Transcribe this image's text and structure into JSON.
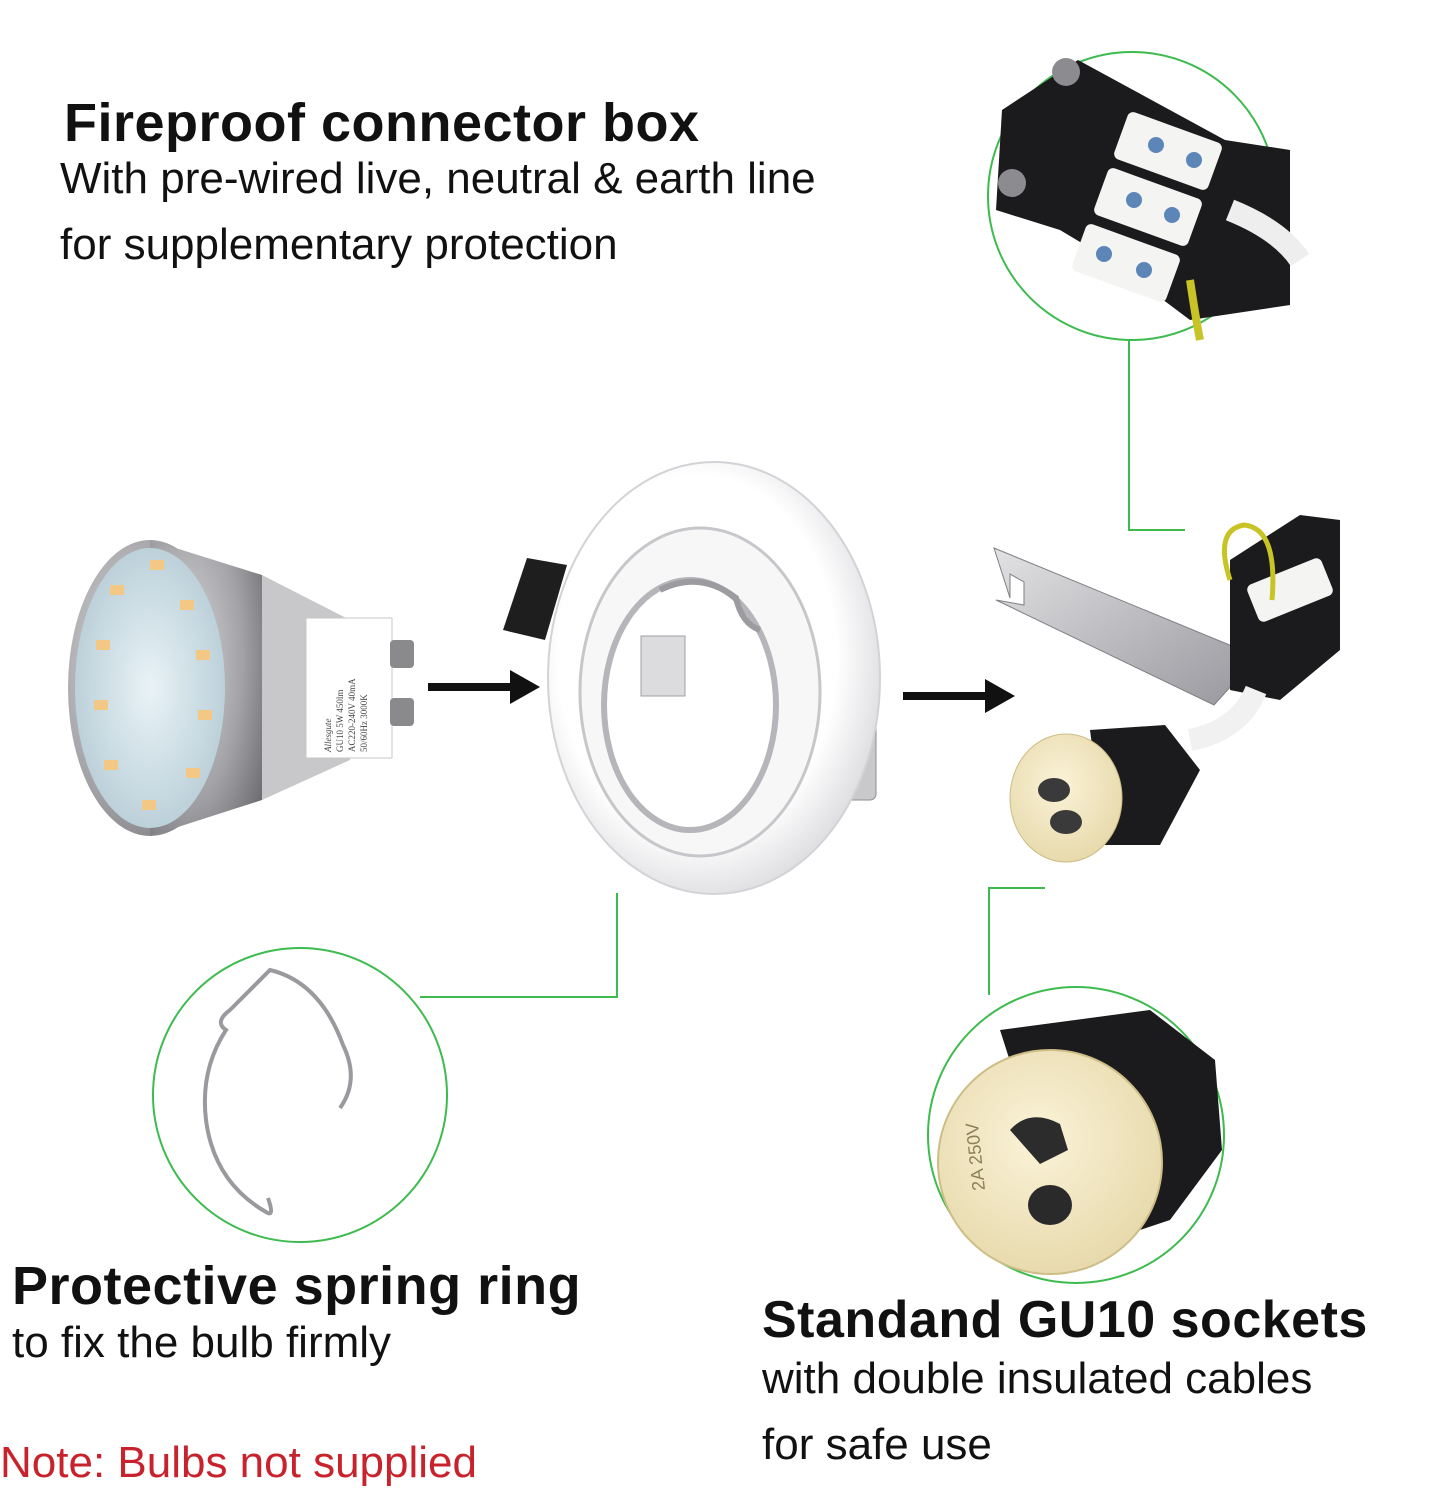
{
  "connector": {
    "title": "Fireproof connector box",
    "line1": "With pre-wired live, neutral & earth line",
    "line2": "for supplementary protection"
  },
  "spring": {
    "title": "Protective spring ring",
    "line1": "to fix the bulb firmly"
  },
  "socket": {
    "title": "Standand GU10 sockets",
    "line1": "with double insulated cables",
    "line2": "for safe use"
  },
  "note": "Note: Bulbs not supplied",
  "bulb": {
    "brand": "Allesgute",
    "spec1": "GU10 5W 450lm",
    "spec2": "AC220-240V 40mA",
    "spec3": "50/60Hz 3000K"
  },
  "socket_marking": "2A 250V",
  "colors": {
    "callout": "#3dbb4e",
    "note": "#c8232c"
  },
  "icons": [
    "arrow-right-icon",
    "bulb-illustration",
    "downlight-frame-illustration",
    "connector-box-illustration",
    "spring-ring-illustration",
    "gu10-socket-illustration"
  ]
}
